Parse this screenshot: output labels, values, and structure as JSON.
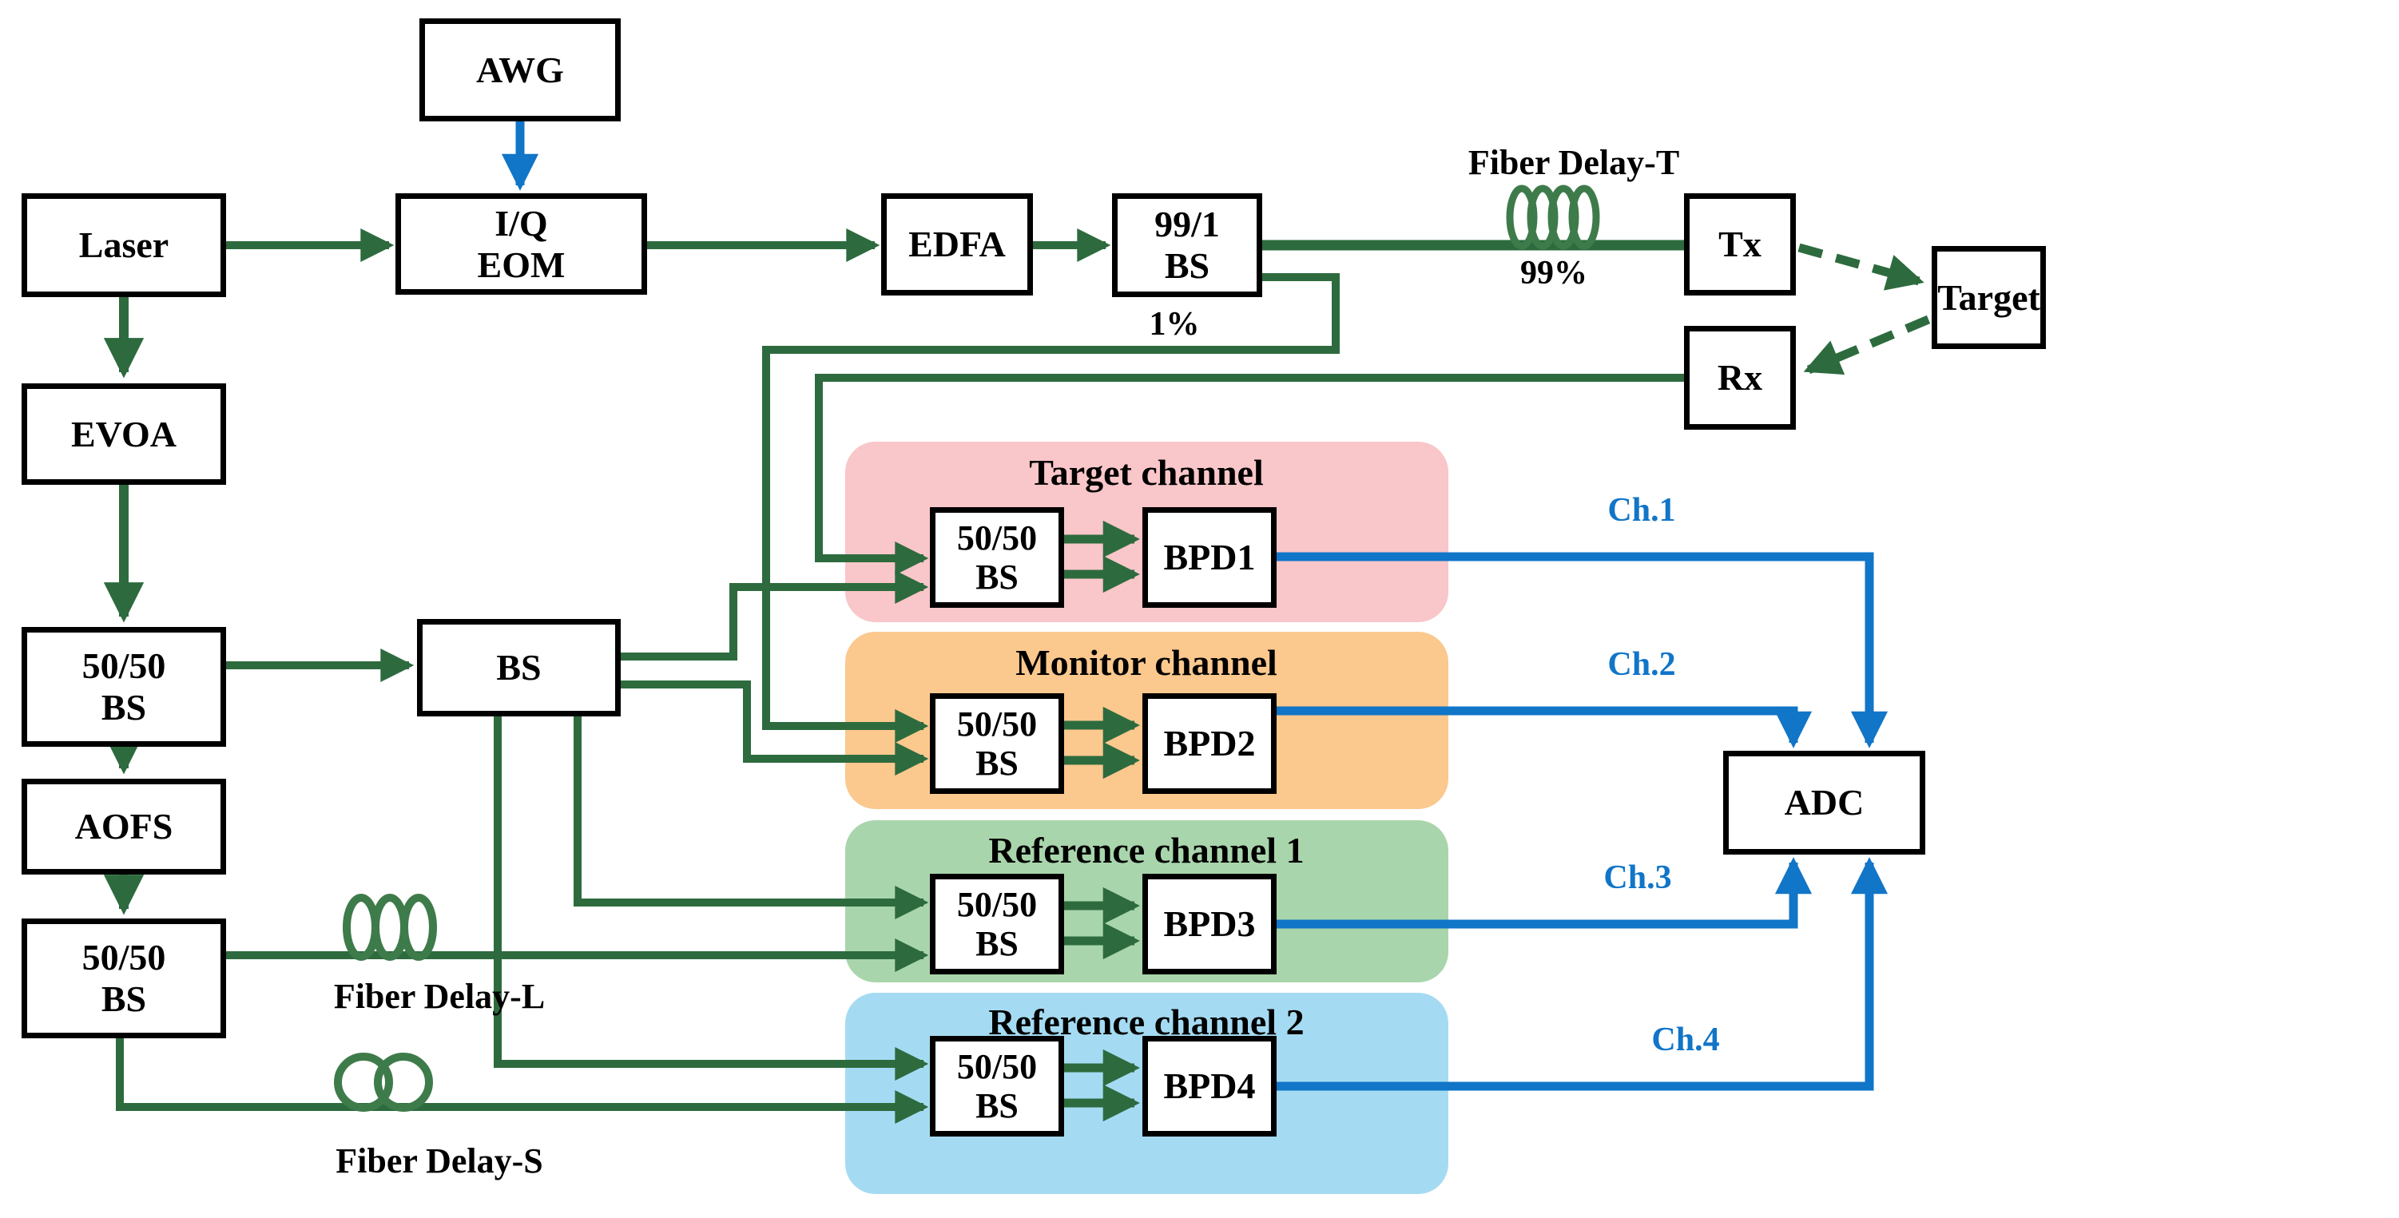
{
  "diagram": {
    "title": "FMCW lidar optical system block diagram",
    "blocks": {
      "awg": "AWG",
      "laser": "Laser",
      "iq_eom": "I/Q\nEOM",
      "edfa": "EDFA",
      "bs_99_1": "99/1\nBS",
      "tx": "Tx",
      "target": "Target",
      "rx": "Rx",
      "evoa": "EVOA",
      "bs_50_50_a": "50/50\nBS",
      "aofs": "AOFS",
      "bs_50_50_b": "50/50\nBS",
      "bs_center": "BS",
      "adc": "ADC"
    },
    "labels": {
      "split_99": "99%",
      "split_1": "1%",
      "fiber_delay_t": "Fiber Delay-T",
      "fiber_delay_l": "Fiber Delay-L",
      "fiber_delay_s": "Fiber Delay-S"
    },
    "channels": [
      {
        "title": "Target channel",
        "splitter": "50/50\nBS",
        "detector": "BPD1",
        "output": "Ch.1"
      },
      {
        "title": "Monitor channel",
        "splitter": "50/50\nBS",
        "detector": "BPD2",
        "output": "Ch.2"
      },
      {
        "title": "Reference channel 1",
        "splitter": "50/50\nBS",
        "detector": "BPD3",
        "output": "Ch.3"
      },
      {
        "title": "Reference channel 2",
        "splitter": "50/50\nBS",
        "detector": "BPD4",
        "output": "Ch.4"
      }
    ],
    "colors": {
      "line_green": "#2D6B3E",
      "coil_green": "#3E7B4A",
      "line_blue": "#1175C8",
      "ch_target": "#F9C6C9",
      "ch_monitor": "#FBC88E",
      "ch_ref1": "#A9D5AC",
      "ch_ref2": "#A5DBF2",
      "box_border": "#000000",
      "box_fill": "#FFFFFF"
    }
  }
}
